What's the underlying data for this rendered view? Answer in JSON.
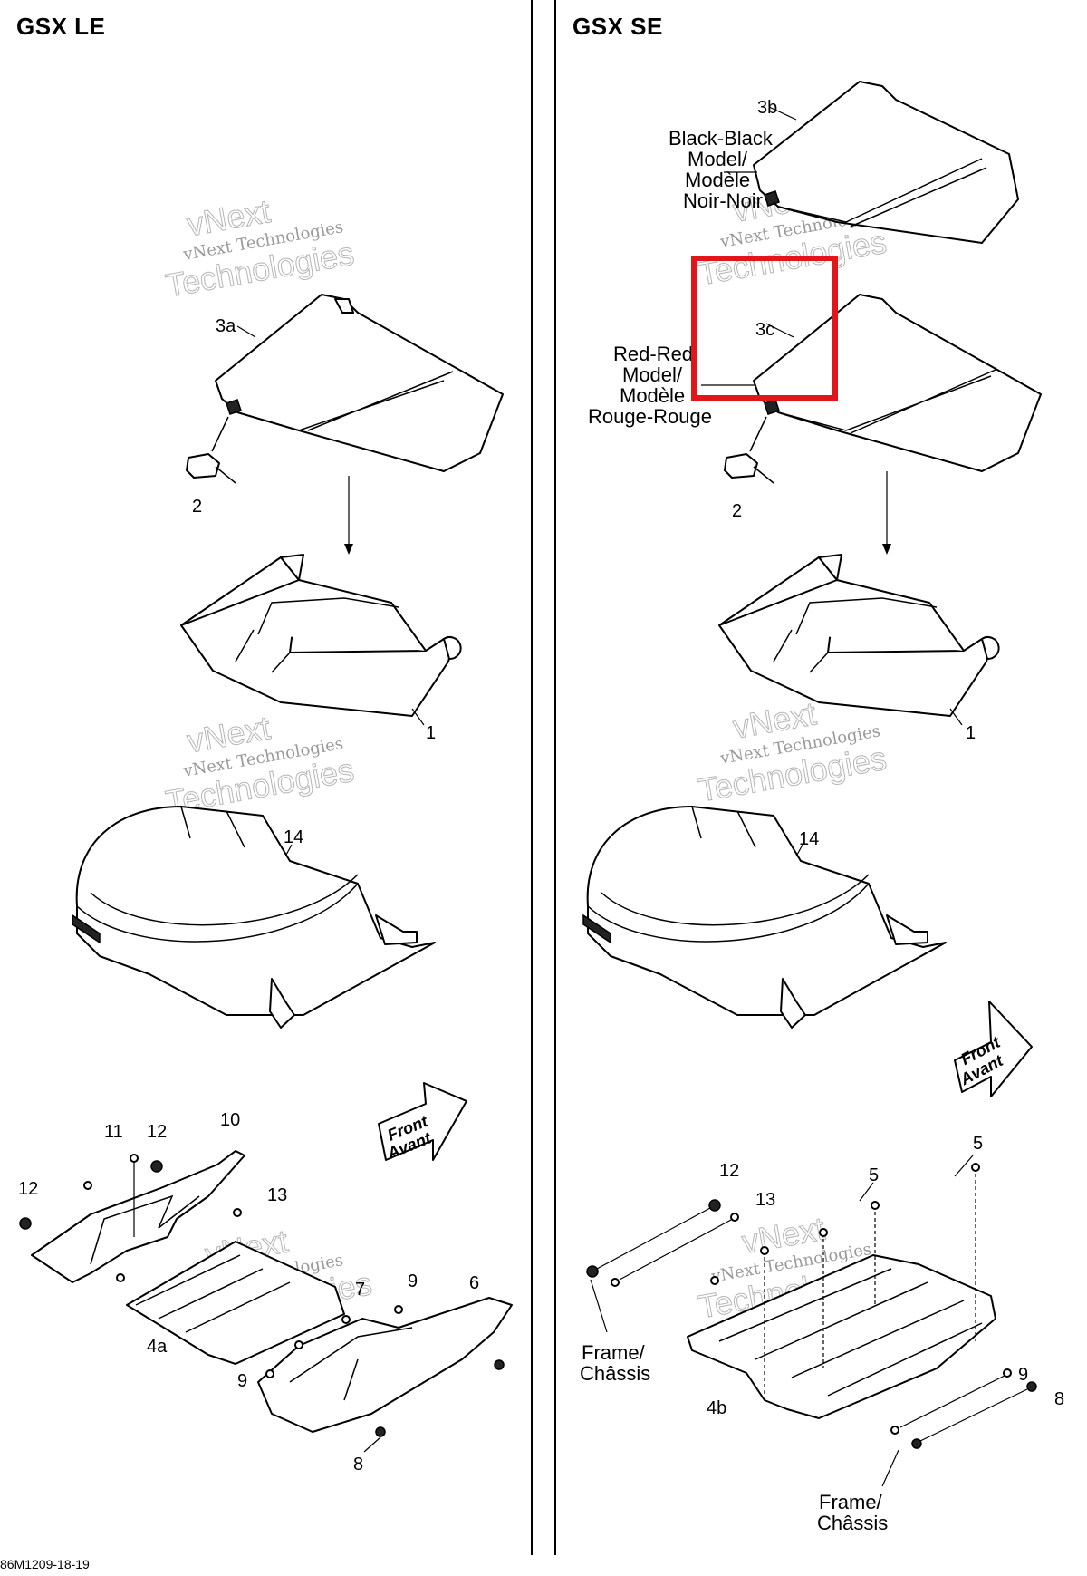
{
  "panels": {
    "left": {
      "title": "GSX LE",
      "callouts": {
        "c3a": "3a",
        "c2": "2",
        "c1": "1",
        "c14": "14",
        "c11": "11",
        "c12a": "12",
        "c10": "10",
        "c12b": "12",
        "c13": "13",
        "c7": "7",
        "c9a": "9",
        "c6": "6",
        "c4a": "4a",
        "c9b": "9",
        "c8": "8"
      },
      "front_label": [
        "Front",
        "Avant"
      ]
    },
    "right": {
      "title": "GSX SE",
      "callouts": {
        "c3b": "3b",
        "c3c": "3c",
        "c2": "2",
        "c1": "1",
        "c14": "14",
        "c12": "12",
        "c13": "13",
        "c5a": "5",
        "c5b": "5",
        "c9": "9",
        "c8": "8",
        "c4b": "4b"
      },
      "model_black": [
        "Black-Black",
        "Model/",
        "Modèle",
        "Noir-Noir"
      ],
      "model_red": [
        "Red-Red",
        "Model/",
        "Modèle",
        "Rouge-Rouge"
      ],
      "frame_1": [
        "Frame/",
        "Châssis"
      ],
      "frame_2": [
        "Frame/",
        "Châssis"
      ],
      "front_label": [
        "Front",
        "Avant"
      ]
    }
  },
  "watermark": {
    "line1": "vNext",
    "line2": "vNext Technologies",
    "line3": "Technologies"
  },
  "highlight": {
    "color": "#e0161b",
    "target": "3c"
  },
  "footer": {
    "code": "86M1209-18-19"
  }
}
